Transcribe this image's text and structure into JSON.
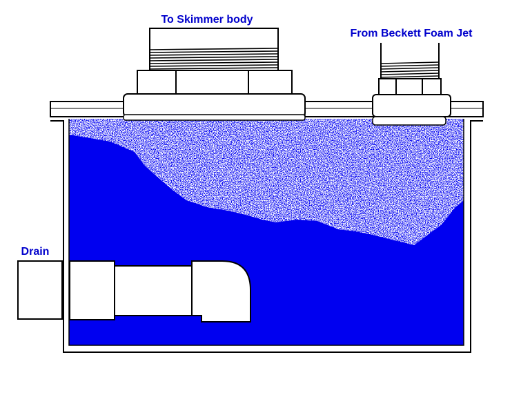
{
  "labels": {
    "to_skimmer": "To Skimmer body",
    "from_jet": "From Beckett Foam Jet",
    "drain": "Drain"
  },
  "colors": {
    "water": "#0000f0",
    "foam": "#ffffff",
    "outline": "#000000",
    "label": "#0000cc",
    "background": "#ffffff"
  }
}
